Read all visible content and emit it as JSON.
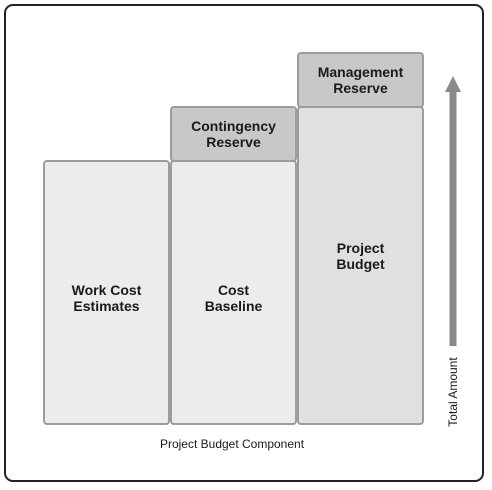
{
  "diagram": {
    "components": {
      "work_cost_estimates": "Work Cost\nEstimates",
      "cost_baseline": "Cost\nBaseline",
      "contingency_reserve": "Contingency\nReserve",
      "project_budget": "Project\nBudget",
      "management_reserve": "Management\nReserve"
    },
    "x_axis_label": "Project Budget Component",
    "y_axis_label": "Total Amount",
    "colors": {
      "light_fill": "#ececec",
      "mid_fill": "#e0e0e0",
      "dark_fill": "#c8c8c8",
      "border": "#9c9c9c",
      "arrow": "#8a8a8a"
    },
    "icons": {
      "axis_arrow": "up-arrow-icon"
    }
  }
}
